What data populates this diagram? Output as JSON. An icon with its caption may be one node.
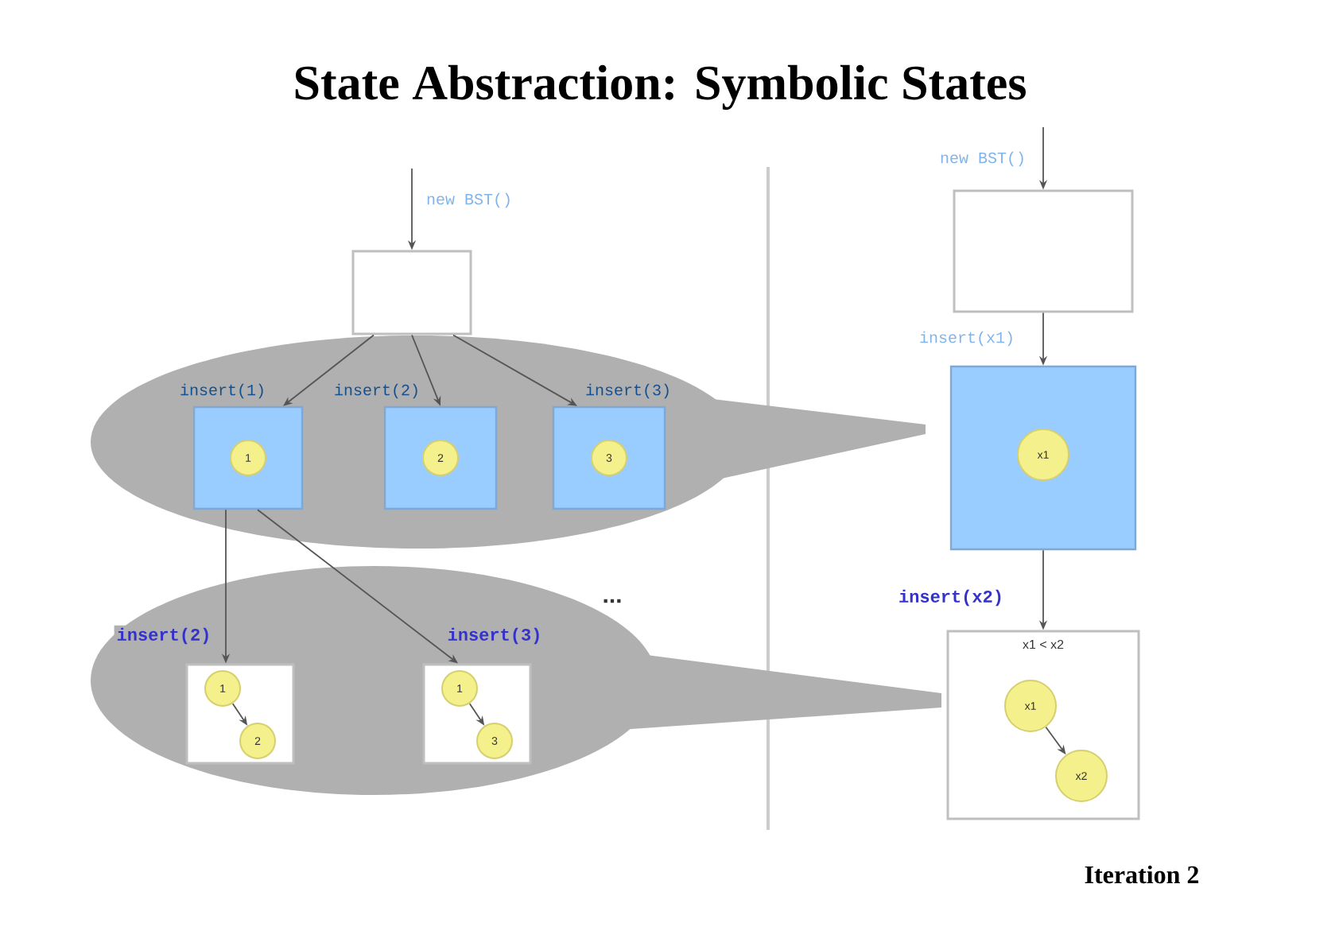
{
  "diagram": {
    "title": "State Abstraction: Symbolic States",
    "nodes": [
      {
        "text": [],
        "shape": "box"
      },
      {
        "text": [],
        "shape": "ellipse"
      },
      {
        "text": [],
        "shape": "box",
        "in": 1
      },
      {
        "text": [
          "1"
        ],
        "in": 2
      },
      {
        "text": [],
        "shape": "box",
        "in": 1
      },
      {
        "text": [
          "2"
        ],
        "in": 4
      },
      {
        "text": [],
        "shape": "box",
        "in": 1
      },
      {
        "text": [
          "3"
        ],
        "in": 6
      },
      {
        "text": [],
        "shape": "ellipse"
      },
      {
        "text": [],
        "shape": "box",
        "in": 8
      },
      {
        "text": [
          "1"
        ],
        "in": 9
      },
      {
        "text": [
          "2"
        ],
        "in": 9
      },
      {
        "text": [],
        "shape": "box",
        "in": 8
      },
      {
        "text": [
          "1"
        ],
        "in": 12
      },
      {
        "text": [
          "3"
        ],
        "in": 12
      },
      {
        "text": [],
        "shape": "box"
      },
      {
        "text": [],
        "shape": "box"
      },
      {
        "text": [
          "x1"
        ],
        "in": 16
      },
      {
        "text": [
          "x1 < x2"
        ]
      },
      {
        "text": [
          "x1"
        ],
        "in": 18
      },
      {
        "text": [
          "x2"
        ],
        "in": 18
      }
    ],
    "edges": [
      {
        "from": null,
        "to": 0,
        "arrow": "to",
        "label": "new BST()"
      },
      {
        "from": 0,
        "to": 2,
        "arrow": "to",
        "label": "insert(1)"
      },
      {
        "from": 0,
        "to": 4,
        "arrow": "to",
        "label": "insert(2)"
      },
      {
        "from": 0,
        "to": 6,
        "arrow": "to",
        "label": "insert(3)"
      },
      {
        "from": 2,
        "to": 9,
        "arrow": "to",
        "label": "insert(2)"
      },
      {
        "from": 2,
        "to": 12,
        "arrow": "to",
        "label": "insert(3)"
      },
      {
        "from": 10,
        "to": 11,
        "arrow": "to"
      },
      {
        "from": 13,
        "to": 14,
        "arrow": "to"
      },
      {
        "from": null,
        "to": 15,
        "arrow": "to",
        "label": "new BST()"
      },
      {
        "from": 15,
        "to": 16,
        "arrow": "to",
        "label": "insert(x1)"
      },
      {
        "from": 16,
        "to": 18,
        "arrow": "to",
        "label": "insert(x2)"
      },
      {
        "from": 19,
        "to": 20,
        "arrow": "to"
      }
    ],
    "labels": [
      "...",
      "Iteration 2"
    ]
  }
}
